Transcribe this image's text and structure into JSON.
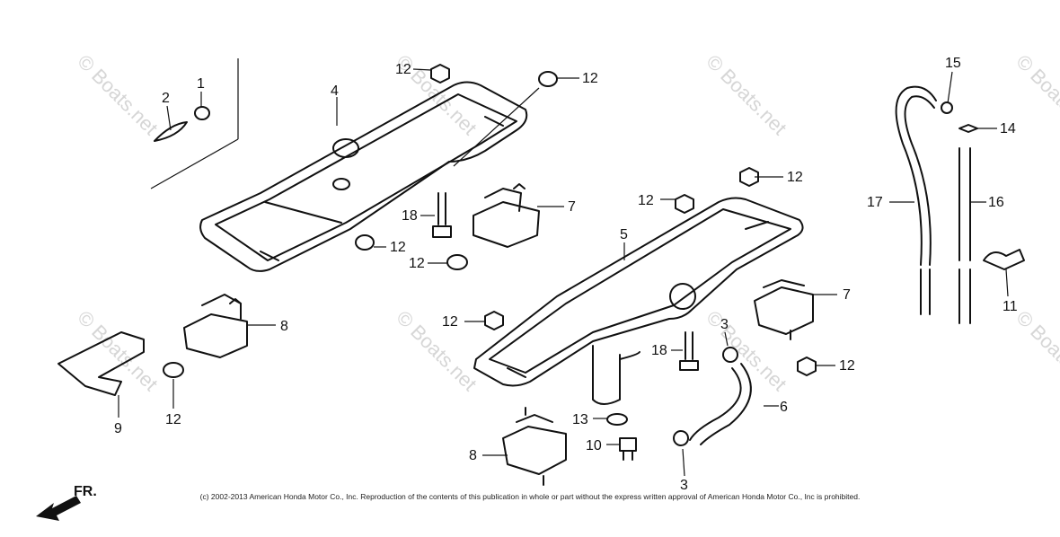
{
  "watermark": "© Boats.net",
  "front_marker": "FR.",
  "copyright": "(c) 2002-2013 American Honda Motor Co., Inc. Reproduction of the contents of this publication in whole or part without the express written approval of American Honda Motor Co., Inc is prohibited.",
  "callouts": {
    "c1": "1",
    "c2": "2",
    "c3a": "3",
    "c3b": "3",
    "c4": "4",
    "c5": "5",
    "c6": "6",
    "c7a": "7",
    "c7b": "7",
    "c8a": "8",
    "c8b": "8",
    "c9": "9",
    "c10": "10",
    "c11": "11",
    "c12a": "12",
    "c12b": "12",
    "c12c": "12",
    "c12d": "12",
    "c12e": "12",
    "c12f": "12",
    "c12g": "12",
    "c12h": "12",
    "c12i": "12",
    "c13": "13",
    "c14": "14",
    "c15": "15",
    "c16": "16",
    "c17": "17",
    "c18a": "18",
    "c18b": "18"
  }
}
